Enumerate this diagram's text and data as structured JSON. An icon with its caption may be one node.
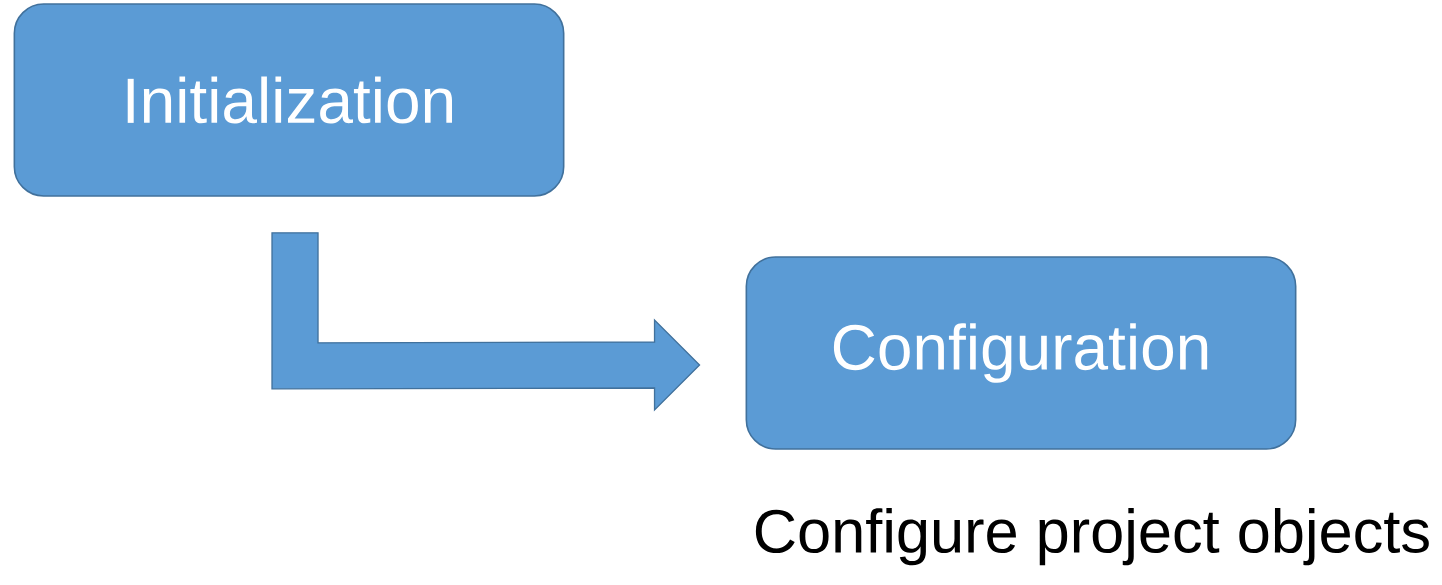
{
  "diagram": {
    "nodes": [
      {
        "text": [
          "Initialization"
        ]
      },
      {
        "text": [
          "Configuration"
        ],
        "beside": [
          "Configure project objects"
        ]
      }
    ],
    "edges": [
      {
        "from": 0,
        "to": 1,
        "arrow": "to"
      }
    ]
  }
}
